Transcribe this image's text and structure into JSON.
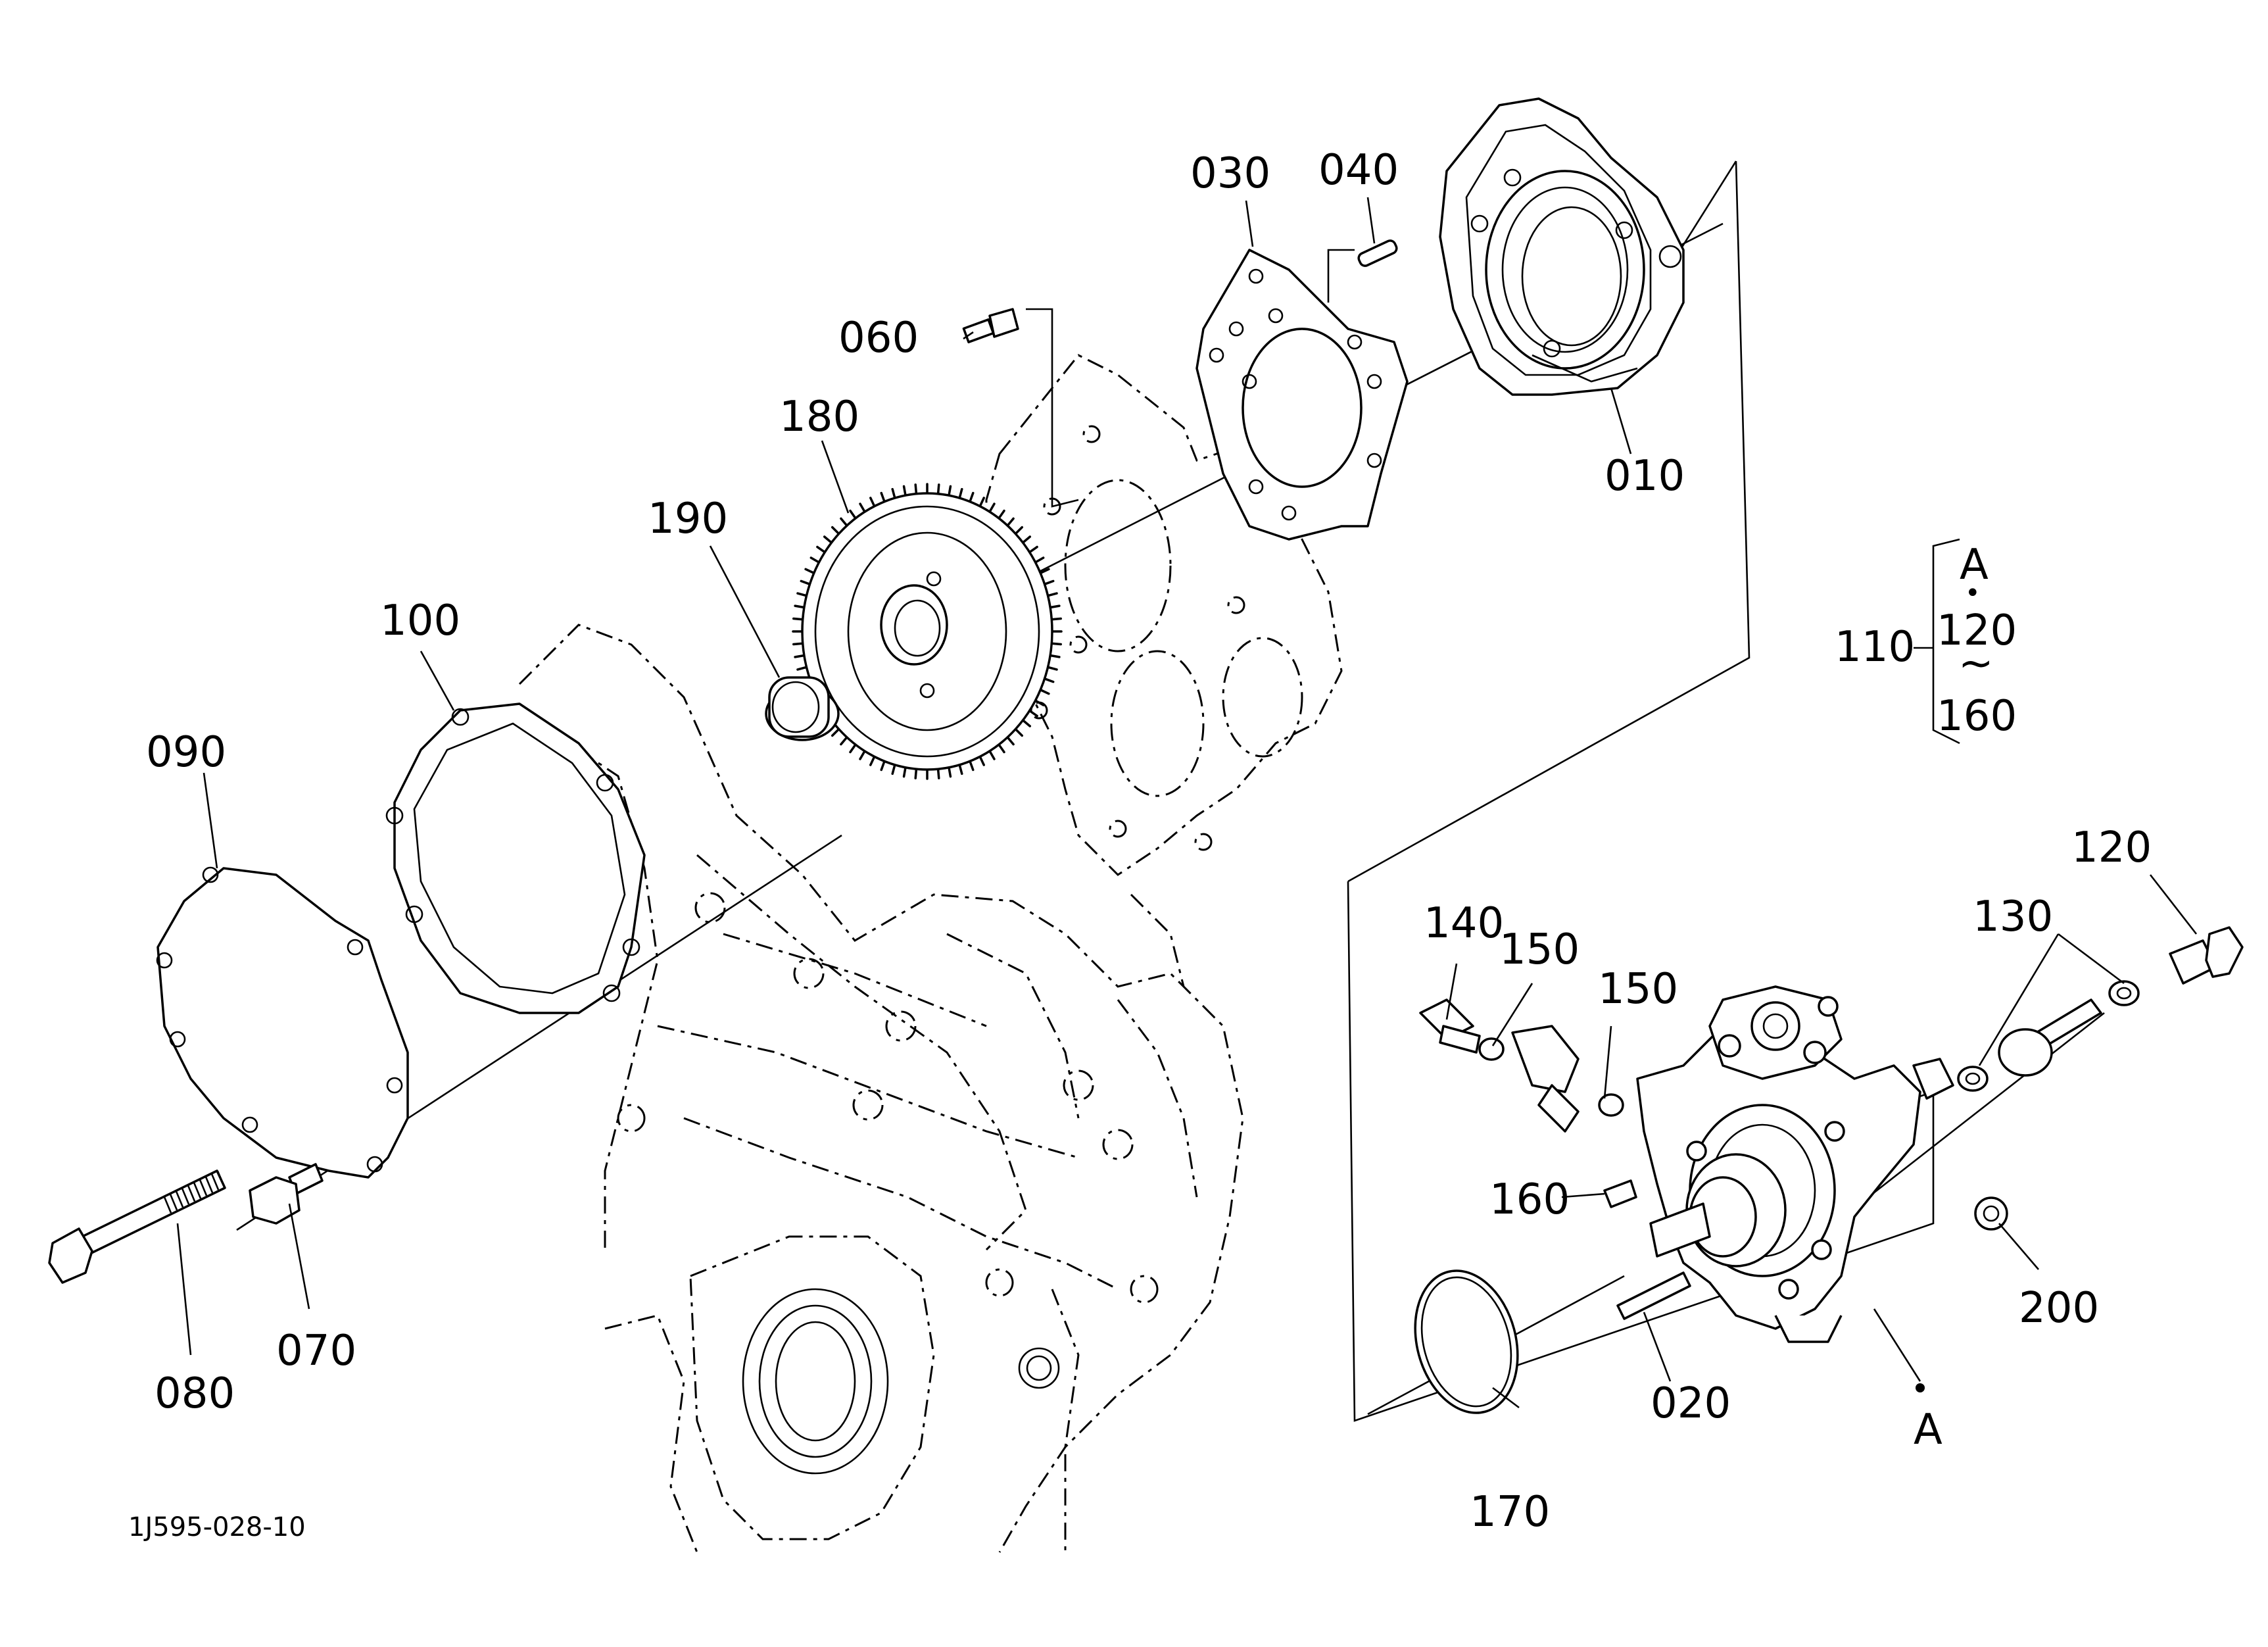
{
  "drawing_code": "1J595-028-10",
  "callouts": {
    "p010": "010",
    "p020": "020",
    "p030": "030",
    "p040": "040",
    "p060": "060",
    "p070": "070",
    "p080": "080",
    "p090": "090",
    "p100": "100",
    "p110": "110",
    "p120": "120",
    "p130": "130",
    "p140": "140",
    "p150a": "150",
    "p150b": "150",
    "p160": "160",
    "p170": "170",
    "p180": "180",
    "p190": "190",
    "p200": "200",
    "ref_a": "A"
  },
  "bracket_110": {
    "top": "A",
    "dot": "•",
    "from": "120",
    "tilde": "~",
    "to": "160"
  }
}
